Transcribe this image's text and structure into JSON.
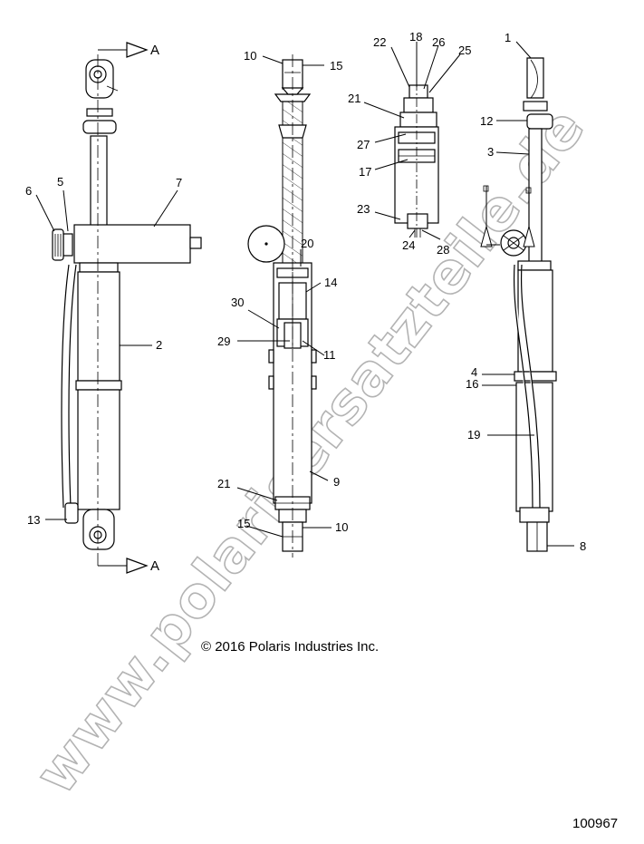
{
  "watermark": "www.polarisersatzteile.de",
  "copyright": "© 2016 Polaris Industries Inc.",
  "diagram_number": "100967",
  "section_label": "A",
  "callouts": {
    "c1": "1",
    "c2": "2",
    "c3": "3",
    "c4": "4",
    "c5": "5",
    "c6": "6",
    "c7": "7",
    "c8": "8",
    "c9": "9",
    "c10a": "10",
    "c10b": "10",
    "c11": "11",
    "c12": "12",
    "c13": "13",
    "c14": "14",
    "c15a": "15",
    "c15b": "15",
    "c16": "16",
    "c17": "17",
    "c18": "18",
    "c19": "19",
    "c20": "20",
    "c21a": "21",
    "c21b": "21",
    "c22": "22",
    "c23": "23",
    "c24": "24",
    "c25": "25",
    "c26": "26",
    "c27": "27",
    "c28": "28",
    "c29": "29",
    "c30": "30"
  }
}
